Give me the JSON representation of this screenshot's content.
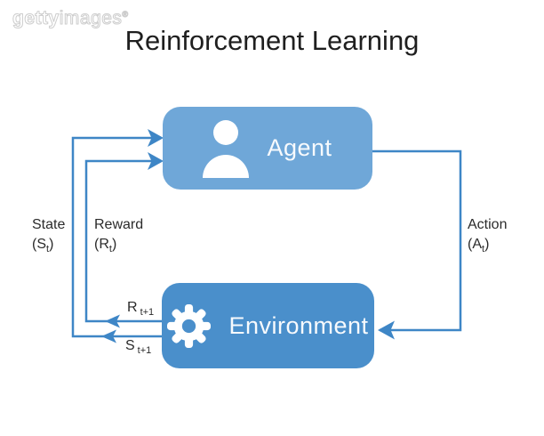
{
  "watermark": {
    "bold": "getty",
    "light": "images",
    "reg": "®"
  },
  "title": "Reinforcement Learning",
  "colors": {
    "agent_box": "#6FA7D8",
    "env_box": "#4A8FCB",
    "line": "#3E86C6",
    "text": "#2B2B2B",
    "title": "#1F1F1F",
    "box_text": "#F7FAFD"
  },
  "nodes": {
    "agent": {
      "label": "Agent",
      "icon": "person-icon"
    },
    "environment": {
      "label": "Environment",
      "icon": "gear-icon"
    }
  },
  "edges": {
    "state": {
      "label": "State",
      "sym_pre": "(S",
      "sym_sub": "t",
      "sym_post": ")"
    },
    "reward": {
      "label": "Reward",
      "sym_pre": "(R",
      "sym_sub": "t",
      "sym_post": ")"
    },
    "action": {
      "label": "Action",
      "sym_pre": "(A",
      "sym_sub": "t",
      "sym_post": ")"
    },
    "r_next": {
      "main": "R",
      "sub": "t+1"
    },
    "s_next": {
      "main": "S",
      "sub": "t+1"
    }
  }
}
